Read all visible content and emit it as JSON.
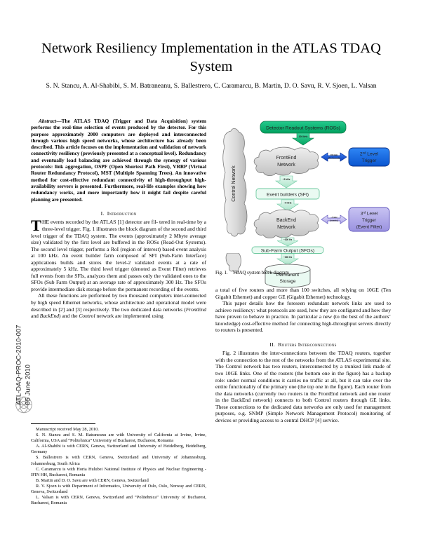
{
  "stamp": {
    "id": "ATL-DAQ-PROC-2010-007",
    "date": "05 June 2010",
    "logo": "cern-logo"
  },
  "title": "Network Resiliency Implementation in the ATLAS TDAQ System",
  "authors": "S. N. Stancu, A. Al-Shabibi, S. M. Batraneanu, S. Ballestrero, C. Caramarcu, B. Martin, D. O. Savu, R. V. Sjoen, L. Valsan",
  "abstract": {
    "label": "Abstract",
    "dash": "—",
    "text": "The ATLAS TDAQ (Trigger and Data Acquisition) system performs the real-time selection of events produced by the detector. For this purpose approximately 2000 computers are deployed and interconnected through various high speed networks, whose architecture has already been described. This article focuses on the implementation and validation of network connectivity resiliency (previously presented at a conceptual level). Redundancy and eventually load balancing are achieved through the synergy of various protocols: link aggregation, OSPF (Open Shortest Path First), VRRP (Virtual Router Redundancy Protocol), MST (Multiple Spanning Trees). An innovative method for cost-effective redundant connectivity of high-throughput high-availability servers is presented. Furthermore, real-life examples showing how redundancy works, and more importantly how it might fail despite careful planning are presented."
  },
  "sections": [
    {
      "num": "I.",
      "title": "Introduction"
    },
    {
      "num": "II.",
      "title": "Routers Interconnections"
    }
  ],
  "intro": {
    "dropcap": "T",
    "para1_head": "HE events recorded by the ATLAS [1] detector are fil-",
    "para1": "tered in real-time by a three-level trigger. Fig. 1 illustrates the block diagram of the second and third level trigger of the TDAQ system. The events (approximately 2 Mbyte average size) validated by the first level are buffered in the ROSs (Read-Out Systems). The second level trigger, performs a RoI (region of interest) based event analysis at 100 kHz. An event builder farm composed of SFI (Sub-Farm Interface) applications builds and stores the level-2 validated events at a rate of approximately 5 kHz. The third level trigger (denoted as Event Filter) retrieves full events from the SFIs, analyzes them and passes only the validated ones to the SFOs (Sub Farm Output) at an average rate of approximately 300 Hz. The SFOs provide intermediate disk storage before the permanent recording of the events.",
    "para2_a": "All these functions are performed by two thousand computers inter-connected by high speed Ethernet networks, whose architecture and operational model were described in [2] and [3] respectively. The two dedicated data networks (",
    "para2_i1": "FrontEnd",
    "para2_b": " and ",
    "para2_i2": "BackEnd",
    "para2_c": ") and the ",
    "para2_i3": "Control",
    "para2_d": " network are implemented using"
  },
  "right_column": {
    "cont_para": "a total of five routers and more than 100 switches, all relying on 10GE (Ten Gigabit Ethernet) and copper GE (Gigabit Ethernet) technology.",
    "para2": "This paper details how the foreseen redundant network links are used to achieve resiliency: what protocols are used, how they are configured and how they have proven to behave in practice. In particular a new (to the best of the authors’ knowledge) cost-effective method for connecting high-throughput servers directly to routers is presented.",
    "para3": "Fig. 2 illustrates the inter-connections between the TDAQ routers, together with the connection to the rest of the networks from the ATLAS experimental site. The Control network has two routers, interconnected by a trunked link made of two 10GE links. One of the routers (the bottom one in the figure) has a backup role: under normal conditions it carries no traffic at all, but it can take over the entire functionality of the primary one (the top one in the figure). Each router from the data networks (currently two routers in the FrontEnd network and one router in the BackEnd network) connects to both Control routers through GE links. These connections to the dedicated data networks are only used for management purposes, e.g. SNMP (Simple Network Management Protocol) monitoring of devices or providing access to a central DHCP [4] service."
  },
  "footnotes": {
    "manuscript": "Manuscript received May 28, 2010.",
    "items": [
      "S. N. Stancu and S. M. Batraneanu are with University of California at Irvine, Irvine, California, USA  and “Politehnica” University of Bucharest, Bucharest, Romania",
      "A. Al-Shabibi is with CERN, Geneva, Switzerland  and University of Heidelberg, Heidelberg, Germany",
      "S. Ballestrero is with CERN, Geneva, Switzerland  and University of Johannesburg, Johannesburg, South Africa",
      "C. Caramarcu is with Horia Hulubei National Institute of Physics and Nuclear Engineering - IFIN HH, Bucharest, Romania",
      "B. Martin and D. O. Savu are with CERN, Geneva, Switzerland",
      "R. V. Sjoen is with Department of Informatics, University of Oslo, Oslo, Norway  and CERN, Geneva, Switzerland",
      "L. Valsan is with CERN, Geneva, Switzerland and “Politehnica” University of Bucharest, Bucharest, Romania"
    ]
  },
  "figure": {
    "label": "Fig. 1.",
    "caption": "TDAQ system block diagram",
    "nodes": {
      "ros": "Detector Readout Systems (ROSs)",
      "frontend_1": "FrontEnd",
      "frontend_2": "Network",
      "sfi": "Event builders (SFI)",
      "backend_1": "BackEnd",
      "backend_2": "Network",
      "sfo": "Sub-Farm Output (SFOs)",
      "storage_1": "Permanent",
      "storage_2": "Storage",
      "control": "Control Network",
      "l2_1": "2",
      "l2_sup": "nd",
      "l2_2": " Level",
      "l2_3": "Trigger",
      "l3_1": "3",
      "l3_sup": "rd",
      "l3_2": " Level",
      "l3_3": "Trigger",
      "l3_4": "(Event Filter)"
    },
    "rates": {
      "ros_to_fe": "100 kHz",
      "fe_to_l2_1": "100 kHz",
      "fe_to_l2_2": "(RoI based)",
      "fe_to_sfi": "~5 kHz",
      "sfi_to_be": "~5 kHz",
      "be_to_l3_1": "~5 kHz",
      "be_to_l3_2": "(events)",
      "be_to_sfo": "~300 Hz",
      "sfo_to_store": "~300 Hz"
    },
    "colors": {
      "ros_fill": "#00b06b",
      "l2_fill": "#0a64e6",
      "l3_fill": "#a9a2e8",
      "cloud_fill": "#d8d8d8",
      "mint_fill": "#e6f7ef",
      "arrow_mint": "#bfe9d6",
      "arrow_blue": "#1c4fd0"
    }
  }
}
